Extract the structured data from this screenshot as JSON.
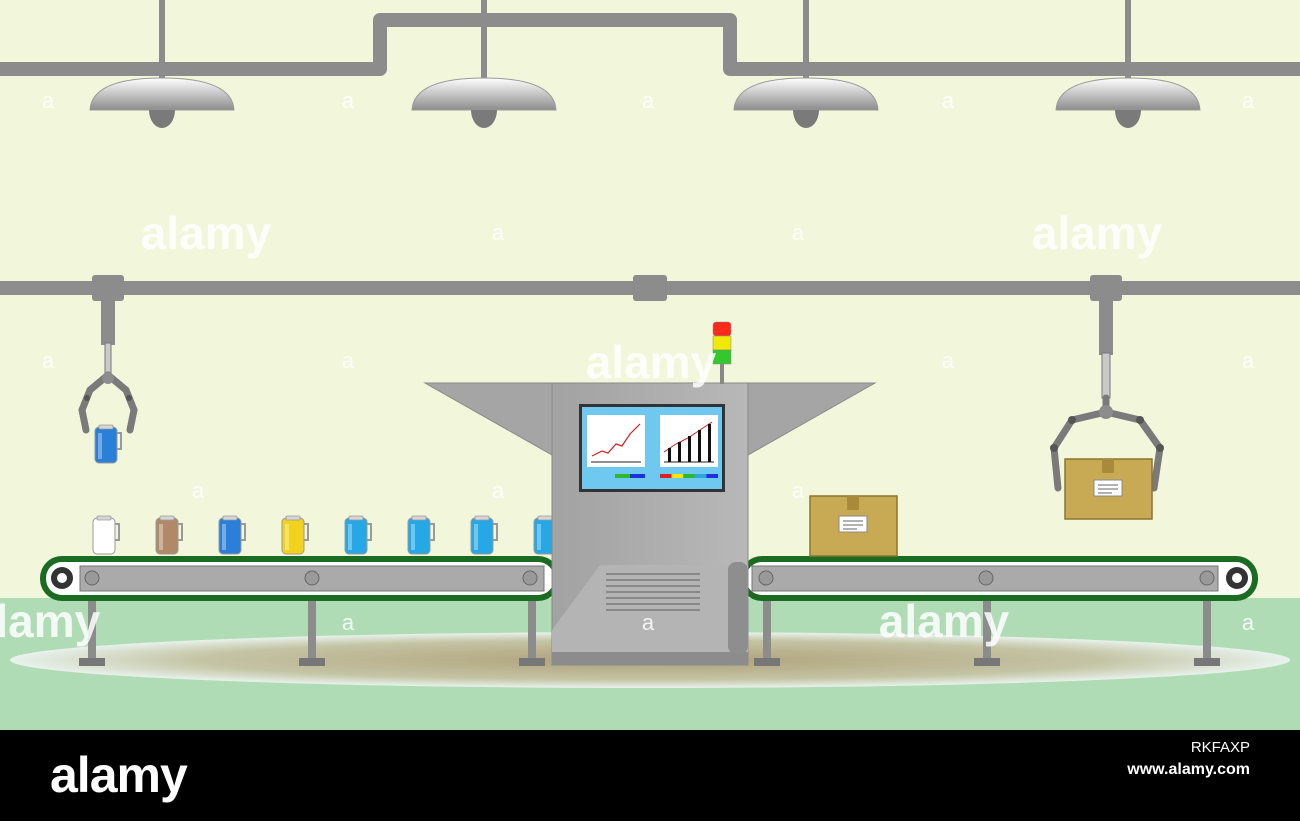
{
  "watermark": {
    "brand": "alamy",
    "mark": "a"
  },
  "footer": {
    "logo": "alamy",
    "image_id": "RKFAXP",
    "site": "www.alamy.com"
  },
  "colors": {
    "wall": "#f2f7dc",
    "floor": "#b0dcb5",
    "pipe": "#8c8c8c",
    "machine": "#a9a9a9",
    "belt_edge": "#1b6b22",
    "screen_bg": "#6fc8f0",
    "box": "#c8aa55"
  },
  "signal_light": [
    "#ff2a1a",
    "#f2e900",
    "#33c92c"
  ],
  "cans": [
    {
      "color": "#ffffff"
    },
    {
      "color": "#b08a68"
    },
    {
      "color": "#2a7fd8"
    },
    {
      "color": "#f2d21c"
    },
    {
      "color": "#26a8e6"
    },
    {
      "color": "#26a8e6"
    },
    {
      "color": "#26a8e6"
    },
    {
      "color": "#26a8e6"
    }
  ],
  "screen_legend_left": [
    "#2eb82e",
    "#1f2fd9"
  ],
  "screen_legend_right": [
    "#e02020",
    "#f2e900",
    "#2eb82e",
    "#2aa4d9",
    "#1f2fd9"
  ],
  "bar_chart_levels": [
    0.35,
    0.5,
    0.65,
    0.8,
    0.95
  ]
}
